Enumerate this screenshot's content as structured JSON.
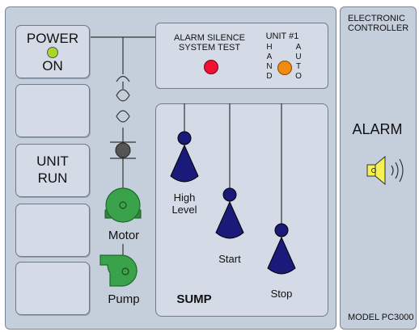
{
  "power": {
    "label": "POWER",
    "status": "ON",
    "led_color": "#a8d62a"
  },
  "unit_run": {
    "line1": "UNIT",
    "line2": "RUN"
  },
  "alarm_panel": {
    "silence_line1": "ALARM SILENCE",
    "silence_line2": "SYSTEM TEST",
    "silence_button_color": "#ee1133",
    "unit_label": "UNIT #1",
    "hand_letters": [
      "H",
      "A",
      "N",
      "D"
    ],
    "auto_letters": [
      "A",
      "U",
      "T",
      "O"
    ],
    "selector_color": "#f08c10"
  },
  "equipment": {
    "motor_label": "Motor",
    "pump_label": "Pump",
    "motor_color": "#3aa24a",
    "pump_color": "#3aa24a"
  },
  "sump": {
    "label": "SUMP",
    "float_color": "#1a1a7a",
    "floats": [
      {
        "label_line1": "High",
        "label_line2": "Level"
      },
      {
        "label_line1": "Start",
        "label_line2": ""
      },
      {
        "label_line1": "Stop",
        "label_line2": ""
      }
    ]
  },
  "controller": {
    "title_line1": "ELECTRONIC",
    "title_line2": "CONTROLLER",
    "alarm_label": "ALARM",
    "speaker_color": "#f6f050",
    "model": "MODEL PC3000"
  }
}
